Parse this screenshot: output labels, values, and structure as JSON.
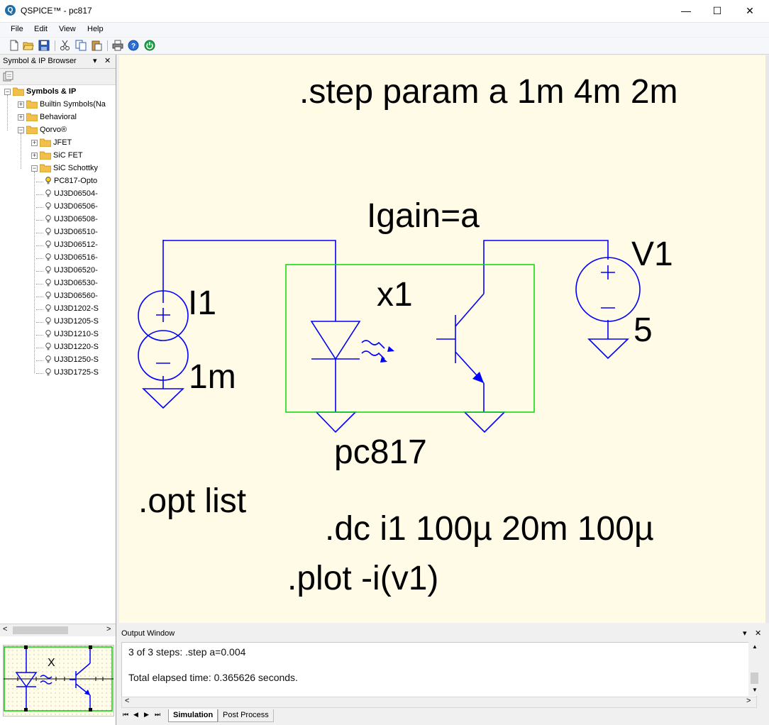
{
  "window": {
    "title": "QSPICE™ - pc817",
    "app_icon": "Q",
    "minimize": "—",
    "maximize": "☐",
    "close": "✕"
  },
  "menu": {
    "items": [
      "File",
      "Edit",
      "View",
      "Help"
    ]
  },
  "toolbar": {
    "icons": [
      "new-icon",
      "open-icon",
      "save-icon",
      "cut-icon",
      "copy-icon",
      "paste-icon",
      "print-icon",
      "help-icon",
      "power-icon"
    ]
  },
  "browser": {
    "title": "Symbol & IP Browser",
    "pin": "▾",
    "close": "✕",
    "tree": [
      {
        "label": "Symbols & IP",
        "level": 0,
        "type": "folder",
        "expanded": true,
        "bold": true
      },
      {
        "label": "Builtin Symbols(Na",
        "level": 1,
        "type": "folder",
        "expanded": false
      },
      {
        "label": "Behavioral",
        "level": 1,
        "type": "folder",
        "expanded": false
      },
      {
        "label": "Qorvo®",
        "level": 1,
        "type": "folder",
        "expanded": true
      },
      {
        "label": "JFET",
        "level": 2,
        "type": "folder",
        "expanded": false
      },
      {
        "label": "SiC FET",
        "level": 2,
        "type": "folder",
        "expanded": false
      },
      {
        "label": "SiC Schottky",
        "level": 2,
        "type": "folder",
        "expanded": true
      },
      {
        "label": "PC817-Opto",
        "level": 3,
        "type": "item",
        "selected": true
      },
      {
        "label": "UJ3D06504-",
        "level": 3,
        "type": "item"
      },
      {
        "label": "UJ3D06506-",
        "level": 3,
        "type": "item"
      },
      {
        "label": "UJ3D06508-",
        "level": 3,
        "type": "item"
      },
      {
        "label": "UJ3D06510-",
        "level": 3,
        "type": "item"
      },
      {
        "label": "UJ3D06512-",
        "level": 3,
        "type": "item"
      },
      {
        "label": "UJ3D06516-",
        "level": 3,
        "type": "item"
      },
      {
        "label": "UJ3D06520-",
        "level": 3,
        "type": "item"
      },
      {
        "label": "UJ3D06530-",
        "level": 3,
        "type": "item"
      },
      {
        "label": "UJ3D06560-",
        "level": 3,
        "type": "item"
      },
      {
        "label": "UJ3D1202-S",
        "level": 3,
        "type": "item"
      },
      {
        "label": "UJ3D1205-S",
        "level": 3,
        "type": "item"
      },
      {
        "label": "UJ3D1210-S",
        "level": 3,
        "type": "item"
      },
      {
        "label": "UJ3D1220-S",
        "level": 3,
        "type": "item"
      },
      {
        "label": "UJ3D1250-S",
        "level": 3,
        "type": "item"
      },
      {
        "label": "UJ3D1725-S",
        "level": 3,
        "type": "item"
      }
    ],
    "scroll_left": "<",
    "scroll_right": ">",
    "preview_label": "X"
  },
  "schematic": {
    "step_directive": ".step param a 1m 4m 2m",
    "igain": "Igain=a",
    "v1_name": "V1",
    "v1_value": "5",
    "i1_name": "I1",
    "i1_value": "1m",
    "x1_name": "x1",
    "x1_model": "pc817",
    "opt_directive": ".opt list",
    "dc_directive": ".dc i1 100µ 20m 100µ",
    "plot_directive": ".plot -i(v1)",
    "wire_color": "#0000ff",
    "box_color": "#00dd00",
    "background": "#fffbe6"
  },
  "output": {
    "title": "Output Window",
    "pin": "▾",
    "close": "✕",
    "lines": [
      "3 of 3 steps:  .step a=0.004",
      "Total elapsed time: 0.365626 seconds."
    ],
    "nav": [
      "⏮",
      "◀",
      "▶",
      "⏭"
    ],
    "tabs": [
      "Simulation",
      "Post Process"
    ],
    "active_tab": "Simulation"
  }
}
